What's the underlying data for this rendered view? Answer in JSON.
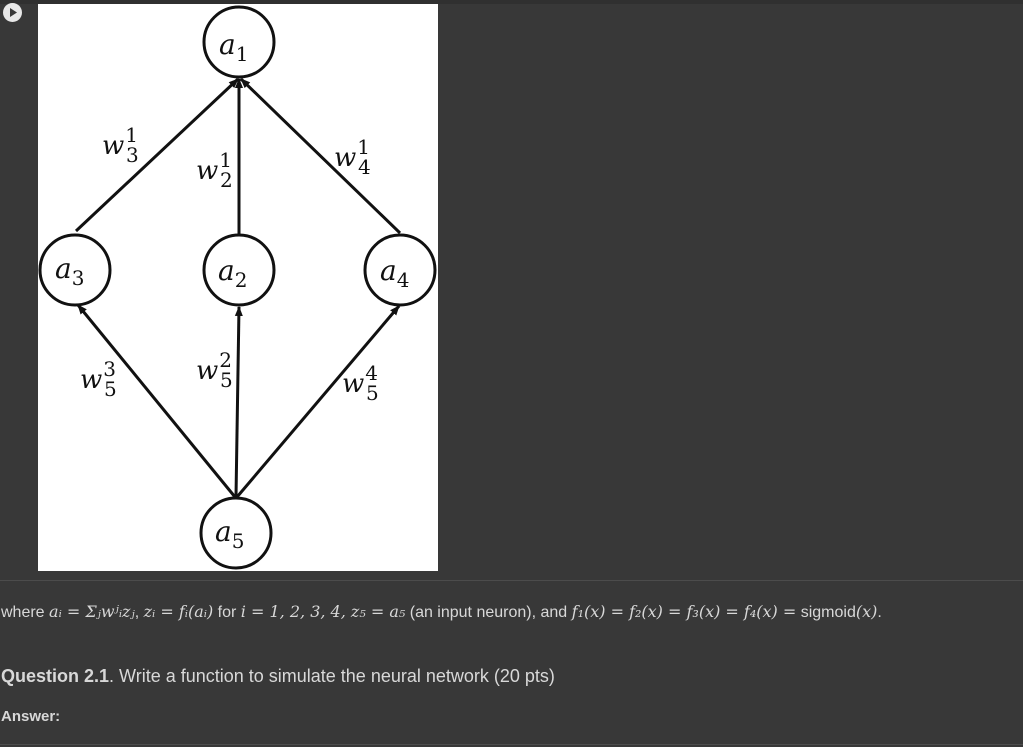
{
  "figure": {
    "nodes": [
      {
        "id": "a1",
        "base": "a",
        "sub": "1"
      },
      {
        "id": "a2",
        "base": "a",
        "sub": "2"
      },
      {
        "id": "a3",
        "base": "a",
        "sub": "3"
      },
      {
        "id": "a4",
        "base": "a",
        "sub": "4"
      },
      {
        "id": "a5",
        "base": "a",
        "sub": "5"
      }
    ],
    "weights": [
      {
        "base": "w",
        "sup": "1",
        "sub": "3"
      },
      {
        "base": "w",
        "sup": "1",
        "sub": "2"
      },
      {
        "base": "w",
        "sup": "1",
        "sub": "4"
      },
      {
        "base": "w",
        "sup": "3",
        "sub": "5"
      },
      {
        "base": "w",
        "sup": "2",
        "sub": "5"
      },
      {
        "base": "w",
        "sup": "4",
        "sub": "5"
      }
    ]
  },
  "text": {
    "where": "where",
    "eq1": "aᵢ = Σⱼwʲᵢzⱼ",
    "comma1": ",",
    "eq2": "zᵢ = fᵢ(aᵢ)",
    "for": "for",
    "eq3": "i = 1, 2, 3, 4, z₅ = a₅",
    "input_note": "(an input neuron), and",
    "eq4": "f₁(x) = f₂(x) = f₃(x) = f₄(x) =",
    "sigmoid": "sigmoid",
    "eq5": "(x)",
    "period": ".",
    "question_bold": "Question 2.1",
    "question_rest": ". Write a function to simulate the neural network (20 pts)",
    "answer": "Answer:"
  }
}
